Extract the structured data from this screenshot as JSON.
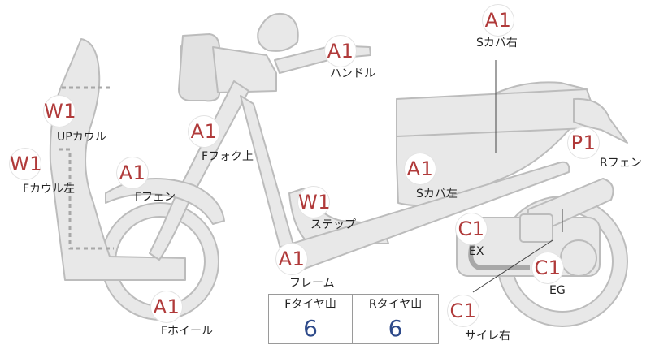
{
  "parts": [
    {
      "id": "s-cover-right",
      "grade": "A1",
      "label": "Sカバ右"
    },
    {
      "id": "handle",
      "grade": "A1",
      "label": "ハンドル"
    },
    {
      "id": "up-cowl",
      "grade": "W1",
      "label": "UPカウル"
    },
    {
      "id": "f-fork-upper",
      "grade": "A1",
      "label": "Fフォク上"
    },
    {
      "id": "f-cowl-left",
      "grade": "W1",
      "label": "Fカウル左"
    },
    {
      "id": "f-fender",
      "grade": "A1",
      "label": "Fフェン"
    },
    {
      "id": "r-fender",
      "grade": "P1",
      "label": "Rフェン"
    },
    {
      "id": "s-cover-left",
      "grade": "A1",
      "label": "Sカバ左"
    },
    {
      "id": "step",
      "grade": "W1",
      "label": "ステップ"
    },
    {
      "id": "exhaust",
      "grade": "C1",
      "label": "EX"
    },
    {
      "id": "frame",
      "grade": "A1",
      "label": "フレーム"
    },
    {
      "id": "engine",
      "grade": "C1",
      "label": "EG"
    },
    {
      "id": "f-wheel",
      "grade": "A1",
      "label": "Fホイール"
    },
    {
      "id": "silencer-right",
      "grade": "C1",
      "label": "サイレ右"
    }
  ],
  "tread": {
    "front_header": "Fタイヤ山",
    "rear_header": "Rタイヤ山",
    "front_value": "6",
    "rear_value": "6"
  },
  "colors": {
    "grade_text": "#b03a3a",
    "body_fill": "#e8e8e8",
    "body_stroke": "#bcbcbc",
    "value_text": "#2e4a8a"
  }
}
